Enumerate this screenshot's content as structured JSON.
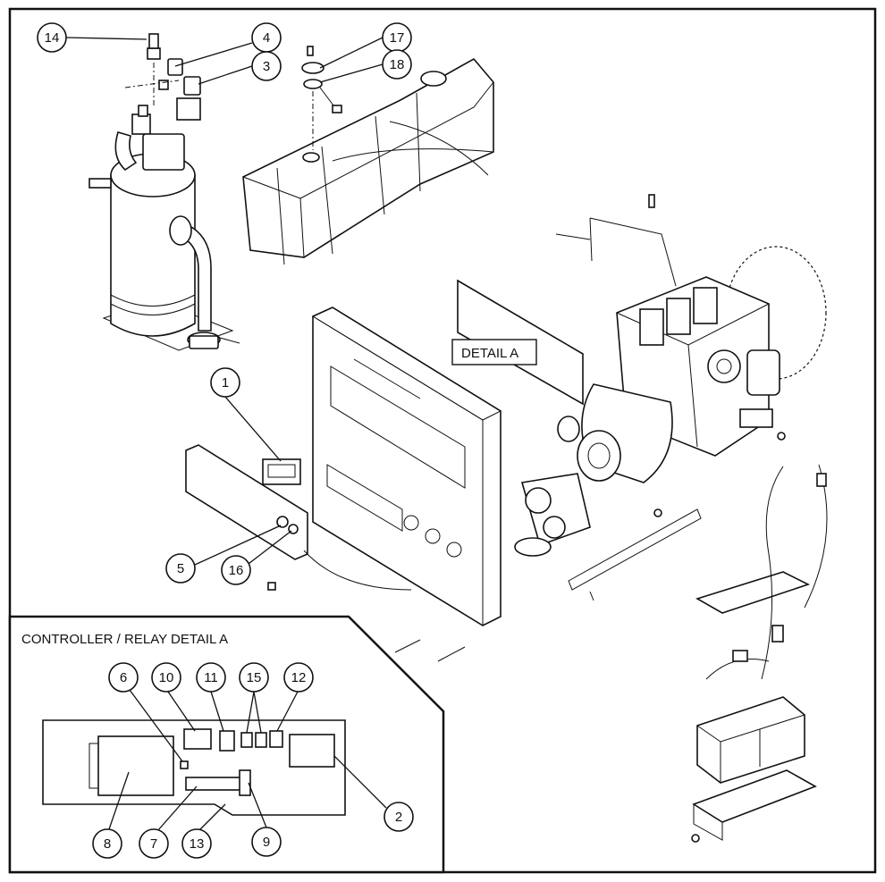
{
  "detail_tag": "DETAIL A",
  "inset_title": "CONTROLLER / RELAY DETAIL A",
  "callouts": {
    "c1": "1",
    "c2": "2",
    "c3": "3",
    "c4": "4",
    "c5": "5",
    "c6": "6",
    "c7": "7",
    "c8": "8",
    "c9": "9",
    "c10": "10",
    "c11": "11",
    "c12": "12",
    "c13": "13",
    "c14": "14",
    "c15": "15",
    "c16": "16",
    "c17": "17",
    "c18": "18"
  }
}
